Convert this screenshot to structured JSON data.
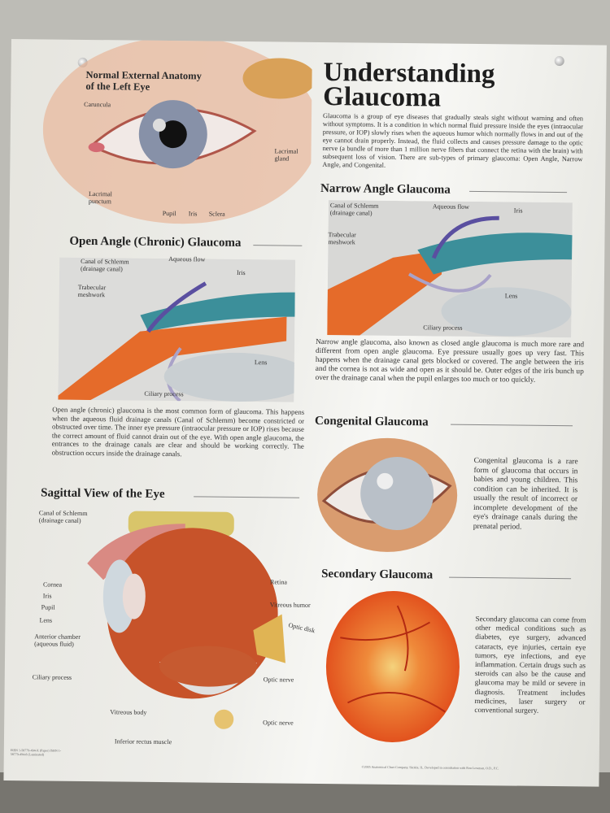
{
  "poster": {
    "title_line1": "Understanding",
    "title_line2": "Glaucoma",
    "intro": "Glaucoma is a group of eye diseases that gradually steals sight without warning and often without symptoms. It is a condition in which normal fluid pressure inside the eyes (intraocular pressure, or IOP) slowly rises when the aqueous humor which normally flows in and out of the eye cannot drain properly. Instead, the fluid collects and causes pressure damage to the optic nerve (a bundle of more than 1 million nerve fibers that connect the retina with the brain) with subsequent loss of vision. There are sub-types of primary glaucoma: Open Angle, Narrow Angle, and Congenital.",
    "external": {
      "heading_line1": "Normal External Anatomy",
      "heading_line2": "of the Left Eye",
      "labels": [
        "Caruncula",
        "Lacrimal gland",
        "Lacrimal punctum",
        "Pupil",
        "Iris",
        "Sclera"
      ]
    },
    "open_angle": {
      "heading": "Open Angle (Chronic) Glaucoma",
      "labels": [
        "Canal of Schlemm (drainage canal)",
        "Aqueous flow",
        "Iris",
        "Trabecular meshwork",
        "Lens",
        "Ciliary process"
      ],
      "text": "Open angle (chronic) glaucoma is the most common form of glaucoma. This happens when the aqueous fluid drainage canals (Canal of Schlemm) become constricted or obstructed over time. The inner eye pressure (intraocular pressure or IOP) rises because the correct amount of fluid cannot drain out of the eye. With open angle glaucoma, the entrances to the drainage canals are clear and should be working correctly. The obstruction occurs inside the drainage canals."
    },
    "narrow_angle": {
      "heading": "Narrow Angle Glaucoma",
      "labels": [
        "Canal of Schlemm (drainage canal)",
        "Aqueous flow",
        "Iris",
        "Trabecular meshwork",
        "Lens",
        "Ciliary process"
      ],
      "text": "Narrow angle glaucoma, also known as closed angle glaucoma is much more rare and different from open angle glaucoma. Eye pressure usually goes up very fast. This happens when the drainage canal gets blocked or covered. The angle between the iris and the cornea is not as wide and open as it should be. Outer edges of the iris bunch up over the drainage canal when the pupil enlarges too much or too quickly."
    },
    "sagittal": {
      "heading": "Sagittal View of the Eye",
      "labels": [
        "Canal of Schlemm (drainage canal)",
        "Cornea",
        "Iris",
        "Pupil",
        "Lens",
        "Anterior chamber (aqueous fluid)",
        "Ciliary process",
        "Retina",
        "Vitreous humor",
        "Optic disk",
        "Optic nerve",
        "Vitreous body",
        "Optic nerve",
        "Inferior rectus muscle"
      ]
    },
    "congenital": {
      "heading": "Congenital Glaucoma",
      "text": "Congenital glaucoma is a rare form of glaucoma that occurs in babies and young children. This condition can be inherited. It is usually the result of incorrect or incomplete development of the eye's drainage canals during the prenatal period."
    },
    "secondary": {
      "heading": "Secondary Glaucoma",
      "text": "Secondary glaucoma can come from other medical conditions such as diabetes, eye surgery, advanced cataracts, eye injuries, certain eye tumors, eye infections, and eye inflammation. Certain drugs such as steroids can also be the cause and glaucoma may be mild or severe in diagnosis. Treatment includes medicines, laser surgery or conventional surgery."
    },
    "isbn": "ISBN 1-58779-494-X (Paper) ISBN 1-58779-494-8 (Laminated)",
    "copyright": "©2005 Anatomical Chart Company, Skokie, IL. Developed in consultation with Ron Lowman, O.D., P.C."
  }
}
